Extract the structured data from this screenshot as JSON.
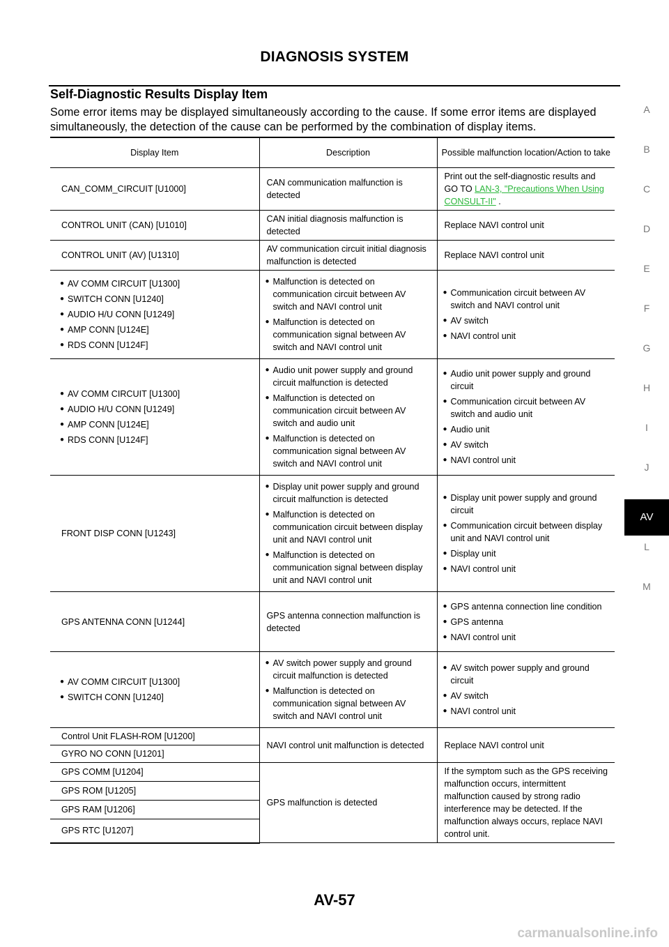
{
  "header": {
    "title": "DIAGNOSIS SYSTEM"
  },
  "section": {
    "title": "Self-Diagnostic Results Display Item",
    "intro": "Some error items may be displayed simultaneously according to the cause. If some error items are displayed simultaneously, the detection of the cause can be performed by the combination of display items."
  },
  "side_index": [
    "A",
    "B",
    "C",
    "D",
    "E",
    "F",
    "G",
    "H",
    "I",
    "J",
    "AV",
    "L",
    "M"
  ],
  "table": {
    "headers": {
      "display_item": "Display Item",
      "description": "Description",
      "action": "Possible malfunction location/Action to take"
    },
    "rows": [
      {
        "item": "CAN_COMM_CIRCUIT [U1000]",
        "desc": "CAN communication malfunction is detected",
        "action_prefix": "Print out the self-diagnostic results and GO TO ",
        "action_link": "LAN-3, \"Precautions When Using CONSULT-II\"",
        "action_suffix": " ."
      },
      {
        "item": "CONTROL UNIT (CAN) [U1010]",
        "desc": "CAN initial diagnosis malfunction is detected",
        "action": "Replace NAVI control unit"
      },
      {
        "item": "CONTROL UNIT (AV) [U1310]",
        "desc": "AV communication circuit initial diagnosis malfunction is detected",
        "action": "Replace NAVI control unit"
      },
      {
        "items": [
          "AV COMM CIRCUIT [U1300]",
          "SWITCH CONN [U1240]",
          "AUDIO H/U CONN [U1249]",
          "AMP CONN [U124E]",
          "RDS CONN [U124F]"
        ],
        "descs": [
          "Malfunction is detected on communication circuit between AV switch and NAVI control unit",
          "Malfunction is detected on communication signal between AV switch and NAVI control unit"
        ],
        "actions": [
          "Communication circuit between AV switch and NAVI control unit",
          "AV switch",
          "NAVI control unit"
        ]
      },
      {
        "items": [
          "AV COMM CIRCUIT [U1300]",
          "AUDIO H/U CONN [U1249]",
          "AMP CONN [U124E]",
          "RDS CONN [U124F]"
        ],
        "descs": [
          "Audio unit power supply and ground circuit malfunction is detected",
          "Malfunction is detected on communication circuit between AV switch and audio unit",
          "Malfunction is detected on communication signal between AV switch and NAVI control unit"
        ],
        "actions": [
          "Audio unit power supply and ground circuit",
          "Communication circuit between AV switch and audio unit",
          "Audio unit",
          "AV switch",
          "NAVI control unit"
        ]
      },
      {
        "item": "FRONT DISP CONN [U1243]",
        "descs": [
          "Display unit power supply and ground circuit malfunction is detected",
          "Malfunction is detected on communication circuit between display unit and NAVI control unit",
          "Malfunction is detected on communication signal between display unit and NAVI control unit"
        ],
        "actions": [
          "Display unit power supply and ground circuit",
          "Communication circuit between display unit and NAVI control unit",
          "Display unit",
          "NAVI control unit"
        ]
      },
      {
        "item": "GPS ANTENNA CONN [U1244]",
        "desc": "GPS antenna connection malfunction is detected",
        "actions": [
          "GPS antenna connection line condition",
          "GPS antenna",
          "NAVI control unit"
        ]
      },
      {
        "items": [
          "AV COMM CIRCUIT [U1300]",
          "SWITCH CONN [U1240]"
        ],
        "descs": [
          "AV switch power supply and ground circuit malfunction is detected",
          "Malfunction is detected on communication signal between AV switch and NAVI control unit"
        ],
        "actions": [
          "AV switch power supply and ground circuit",
          "AV switch",
          "NAVI control unit"
        ]
      },
      {
        "group_items": [
          "Control Unit FLASH-ROM [U1200]",
          "GYRO NO CONN [U1201]"
        ],
        "desc": "NAVI control unit malfunction is detected",
        "action": "Replace NAVI control unit"
      },
      {
        "group_items": [
          "GPS COMM [U1204]",
          "GPS ROM [U1205]",
          "GPS RAM [U1206]",
          "GPS RTC [U1207]"
        ],
        "desc": "GPS malfunction is detected",
        "action": "If the symptom such as the GPS receiving malfunction occurs, intermittent malfunction caused by strong radio interference may be detected. If the malfunction always occurs, replace NAVI control unit."
      }
    ]
  },
  "footer": {
    "page_number": "AV-57",
    "watermark": "carmanualsonline.info"
  }
}
